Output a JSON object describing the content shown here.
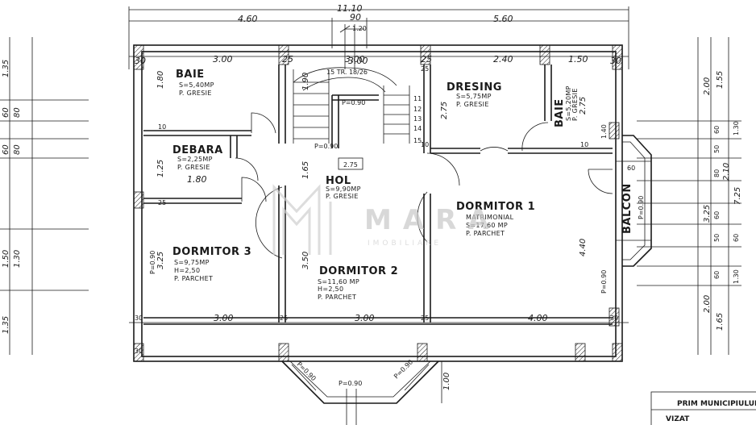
{
  "dimensions": {
    "top_total": "11.10",
    "top_left": "4.60",
    "top_mid": "90",
    "top_right": "5.60",
    "stair_width": "1.20",
    "row2": [
      "30",
      "3.00",
      "25",
      "3.00",
      "25",
      "2.40",
      "1.50",
      "30"
    ],
    "bottom_row": [
      "30",
      "3.00",
      "25",
      "3.00",
      "25",
      "4.00",
      "30"
    ],
    "bottom_bay": "1.00",
    "left_outer": [
      "1.35",
      "1.50",
      "1.35"
    ],
    "left_inner": [
      "60",
      "60",
      "1.30"
    ],
    "left_inner2": [
      "80",
      "80"
    ],
    "left_wall": [
      "1.80",
      "1.25",
      "3.25"
    ],
    "left_small": [
      "10",
      "25",
      "30"
    ],
    "right_outer": [
      "1.55",
      "3.25",
      "7.25",
      "1.65"
    ],
    "right_inner": [
      "2.00",
      "2.10",
      "2.00"
    ],
    "right_small": [
      "60",
      "50",
      "80",
      "60",
      "50",
      "60"
    ],
    "right_small2": [
      "1.30",
      "60",
      "1.30"
    ],
    "misc": [
      "1.90",
      "1.65",
      "3.50",
      "2.75",
      "1.40",
      "4.40",
      "60",
      "10",
      "25",
      "10"
    ]
  },
  "stair": {
    "label": "15 TR. 18/26",
    "width": "3.00",
    "steps": [
      "11",
      "12",
      "13",
      "14",
      "15"
    ],
    "door": "P=0.90"
  },
  "rooms": {
    "baie": {
      "name": "BAIE",
      "area": "S=5,40MP",
      "floor": "P. GRESIE"
    },
    "debara": {
      "name": "DEBARA",
      "area": "S=2,25MP",
      "floor": "P. GRESIE",
      "width": "1.80"
    },
    "dresing": {
      "name": "DRESING",
      "area": "S=5,75MP",
      "floor": "P. GRESIE",
      "height": "2.75"
    },
    "baie2": {
      "name": "BAIE",
      "area": "S=5,20MP",
      "floor": "P. GRESIE",
      "height": "2.75"
    },
    "hol": {
      "name": "HOL",
      "area": "S=9,90MP",
      "floor": "P. GRESIE",
      "level": "2.75"
    },
    "dormitor1": {
      "name": "DORMITOR 1",
      "sub": "MATRIMONIAL",
      "area": "S=17,60 MP",
      "floor": "P. PARCHET"
    },
    "dormitor2": {
      "name": "DORMITOR 2",
      "area": "S=11,60 MP",
      "height": "H=2,50",
      "floor": "P. PARCHET"
    },
    "dormitor3": {
      "name": "DORMITOR 3",
      "area": "S=9,75MP",
      "height": "H=2,50",
      "floor": "P. PARCHET"
    },
    "balcon": {
      "name": "BALCON"
    }
  },
  "labels": {
    "window": "P=0.90",
    "door_small": "P=0.90"
  },
  "watermark": {
    "main": "MARA",
    "sub": "IMOBILIARE"
  },
  "stamp": {
    "line1": "PRIM MUNICIPIULUI",
    "line2": "VIZAT"
  }
}
